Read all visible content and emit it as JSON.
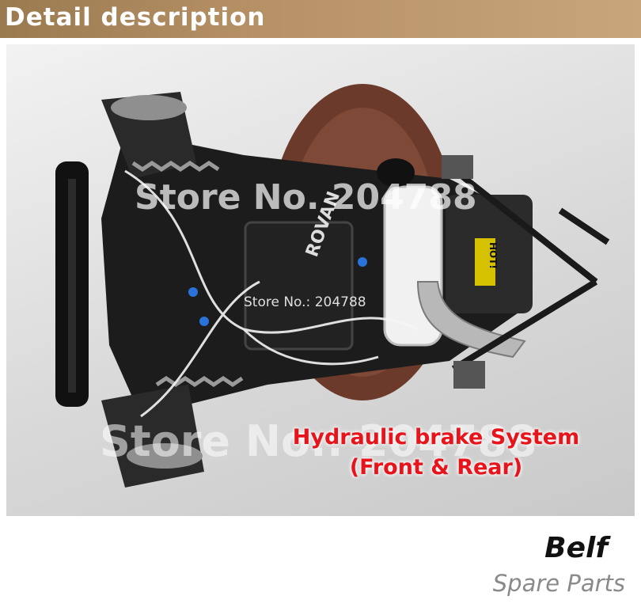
{
  "header": {
    "title": "Detail description"
  },
  "photo": {
    "watermark_main": "Store No. 204788",
    "watermark_small": "Store No.: 204788",
    "watermark_bottom": "Store No.: 204788",
    "caption_line1": "Hydraulic brake System",
    "caption_line2": "(Front & Rear)",
    "chassis_label": "ROVAN",
    "sticker_label": "HOT!"
  },
  "footer": {
    "brand": "Belf",
    "subtitle": "Spare Parts"
  },
  "colors": {
    "caption": "#e8141b",
    "header": "#b79166"
  }
}
